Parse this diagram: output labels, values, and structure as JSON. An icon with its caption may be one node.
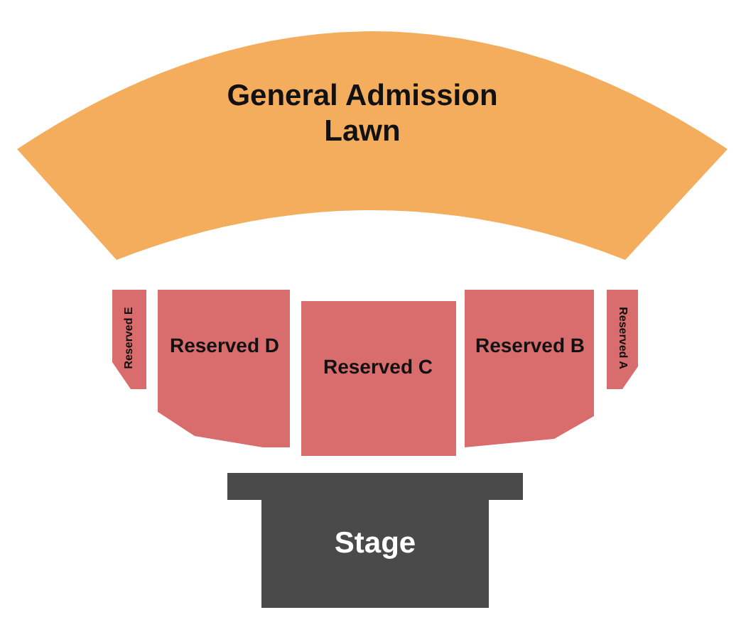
{
  "diagram": {
    "nodes": [
      {
        "text": [
          "General Admission Lawn"
        ]
      },
      {
        "text": [
          "Reserved E"
        ]
      },
      {
        "text": [
          "Reserved D"
        ]
      },
      {
        "text": [
          "Reserved C"
        ]
      },
      {
        "text": [
          "Reserved B"
        ]
      },
      {
        "text": [
          "Reserved A"
        ]
      },
      {
        "text": [
          "Stage"
        ]
      }
    ]
  }
}
